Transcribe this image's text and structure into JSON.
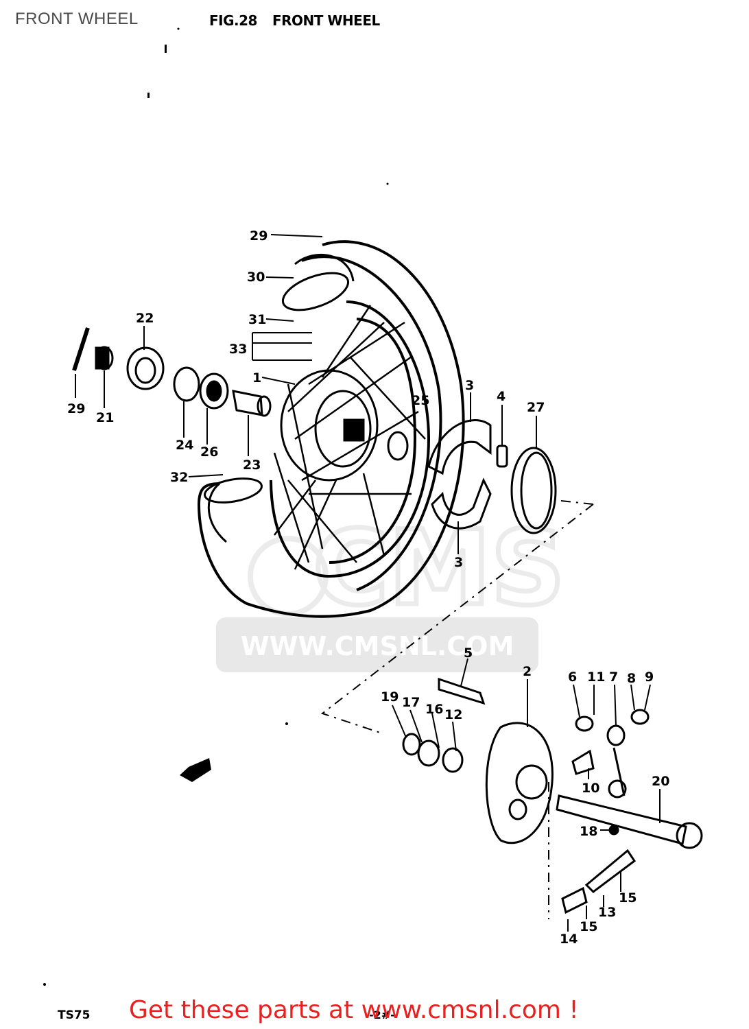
{
  "page": {
    "label": "FRONT WHEEL",
    "fig_number": "FIG.28",
    "fig_title": "FRONT WHEEL",
    "model": "TS75",
    "page_number": "-2#-"
  },
  "watermark": {
    "brand": "CMS",
    "url": "WWW.CMSNL.COM"
  },
  "footer": {
    "text": "Get these parts at www.cmsnl.com !",
    "color": "#e8201f"
  },
  "callouts": [
    "29",
    "30",
    "31",
    "33",
    "1",
    "22",
    "29",
    "21",
    "24",
    "26",
    "23",
    "32",
    "25",
    "3",
    "4",
    "27",
    "3",
    "2",
    "5",
    "6",
    "11",
    "7",
    "8",
    "9",
    "19",
    "17",
    "16",
    "12",
    "10",
    "20",
    "18",
    "15",
    "13",
    "15",
    "14"
  ]
}
